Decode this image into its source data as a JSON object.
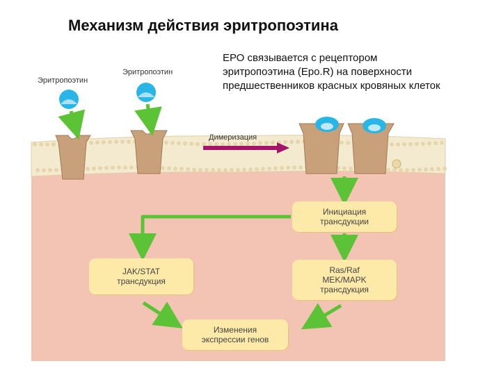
{
  "title": "Механизм действия эритропоэтина",
  "description": [
    "ЕРО связывается с рецептором",
    "эритропоэтина (Еро.R) на поверхности",
    "предшественников красных кровяных клеток"
  ],
  "ligand_labels": [
    "Эритропоэтин",
    "Эритропоэтин"
  ],
  "dimerization_label": "Димеризация",
  "boxes": {
    "initiation": [
      "Инициация",
      "трансдукции"
    ],
    "jakstat": [
      "JAK/STAT",
      "трансдукция"
    ],
    "rasraf": [
      "Ras/Raf",
      "MEK/MAPK",
      "трансдукция"
    ],
    "expression": [
      "Изменения",
      "экспрессии генов"
    ]
  },
  "colors": {
    "cell": "#f3c4b4",
    "membrane": "#f4ead0",
    "receptor": "#c8a07a",
    "ligand": "#29b6e6",
    "arrow": "#5cc236",
    "dimer_arrow": "#a4156a",
    "box": "#fde9a8"
  }
}
